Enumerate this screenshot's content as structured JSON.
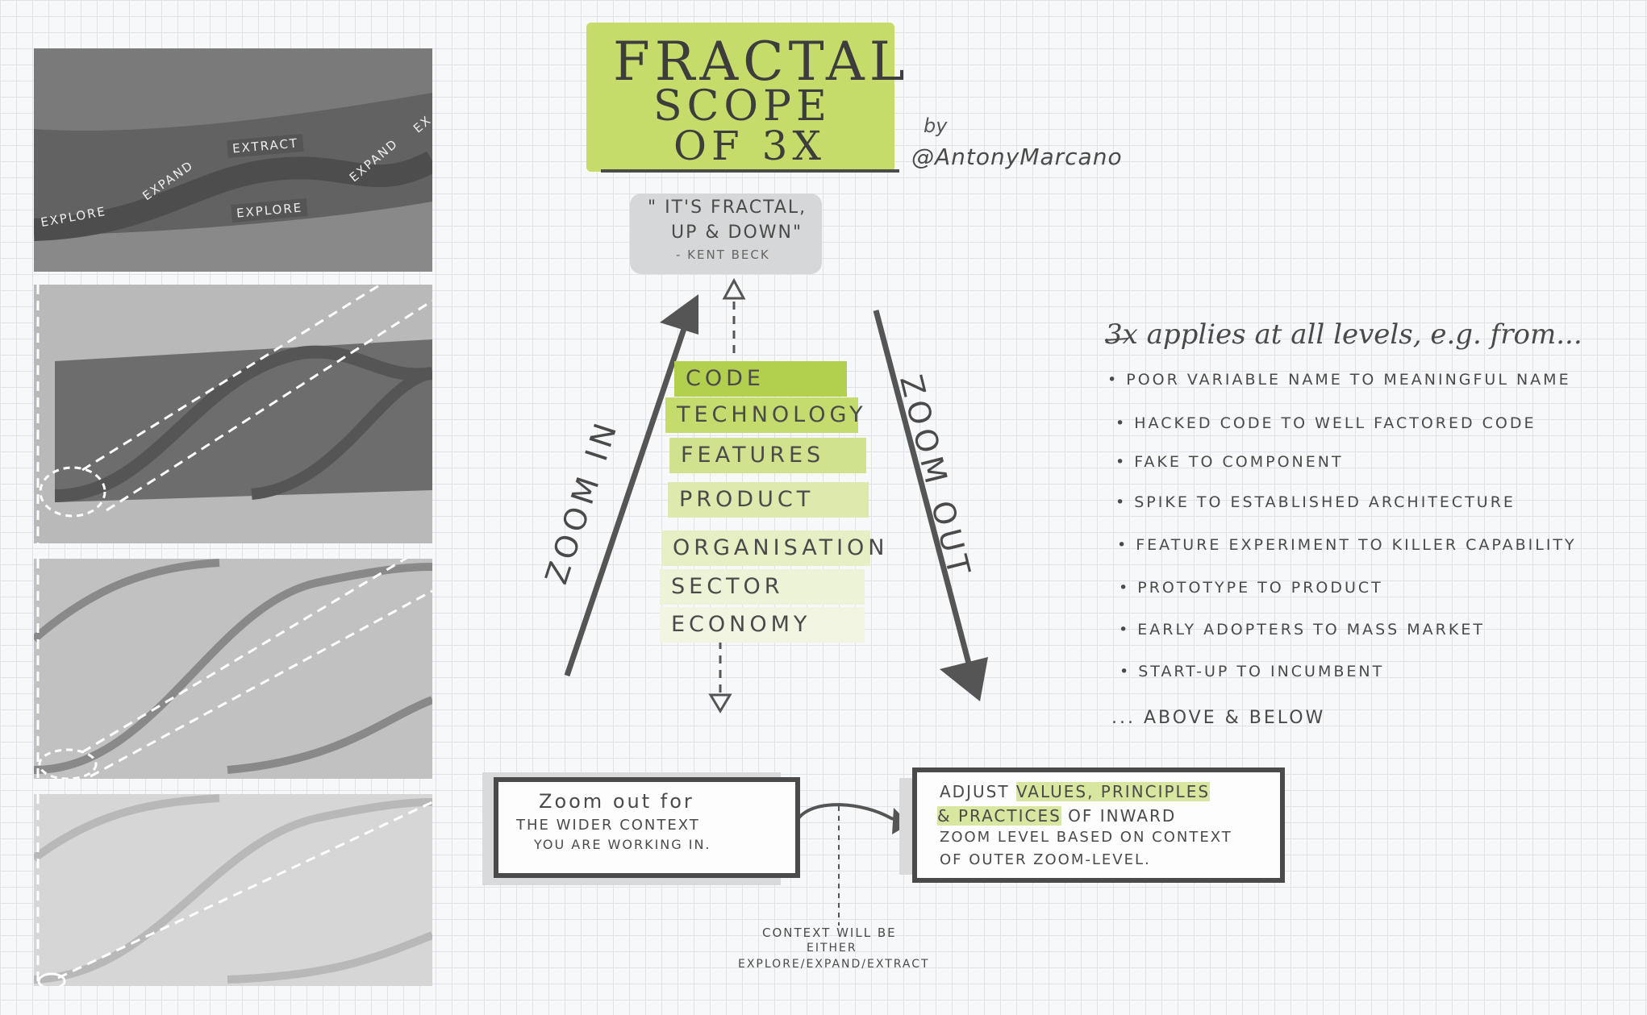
{
  "title": {
    "line1": "Fractal",
    "line2": "Scope",
    "line3": "of 3x"
  },
  "byline": {
    "by": "by",
    "author": "@AntonyMarcano"
  },
  "quote": {
    "text_line1": "\" It's Fractal,",
    "text_line2": "up & down\"",
    "attribution": "- Kent Beck"
  },
  "panels": {
    "p1_labels": [
      "Explore",
      "Expand",
      "Extract",
      "Explore",
      "Expand",
      "Ex"
    ]
  },
  "stack": [
    "Code",
    "Technology",
    "Features",
    "Product",
    "Organisation",
    "Sector",
    "Economy"
  ],
  "arrows": {
    "zoom_in": "Zoom in",
    "zoom_out": "Zoom out"
  },
  "applies": {
    "heading": "3x applies at all levels, e.g. from...",
    "items": [
      "• Poor variable name to meaningful name",
      "• Hacked code to well factored code",
      "• Fake to component",
      "• Spike to established architecture",
      "• Feature experiment to killer capability",
      "• Prototype to product",
      "• Early adopters to mass market",
      "• Start-up to incumbent"
    ],
    "footer": "... Above & Below"
  },
  "box_left": {
    "line1": "Zoom out for",
    "line2": "the wider context",
    "line3": "you are working in."
  },
  "box_right": {
    "line1_a": "Adjust ",
    "line1_b": "values, principles",
    "line2_a": "& practices",
    "line2_b": " of inward",
    "line3": "zoom level based on context",
    "line4": "of outer zoom-level."
  },
  "context_note": {
    "line1": "Context will be",
    "line2": "either",
    "line3": "explore/expand/extract"
  },
  "colors": {
    "green": "#c6dc6a",
    "dark": "#4a4a4a",
    "panel1": "#6b6b6c",
    "panel2": "#b9b8b8"
  }
}
